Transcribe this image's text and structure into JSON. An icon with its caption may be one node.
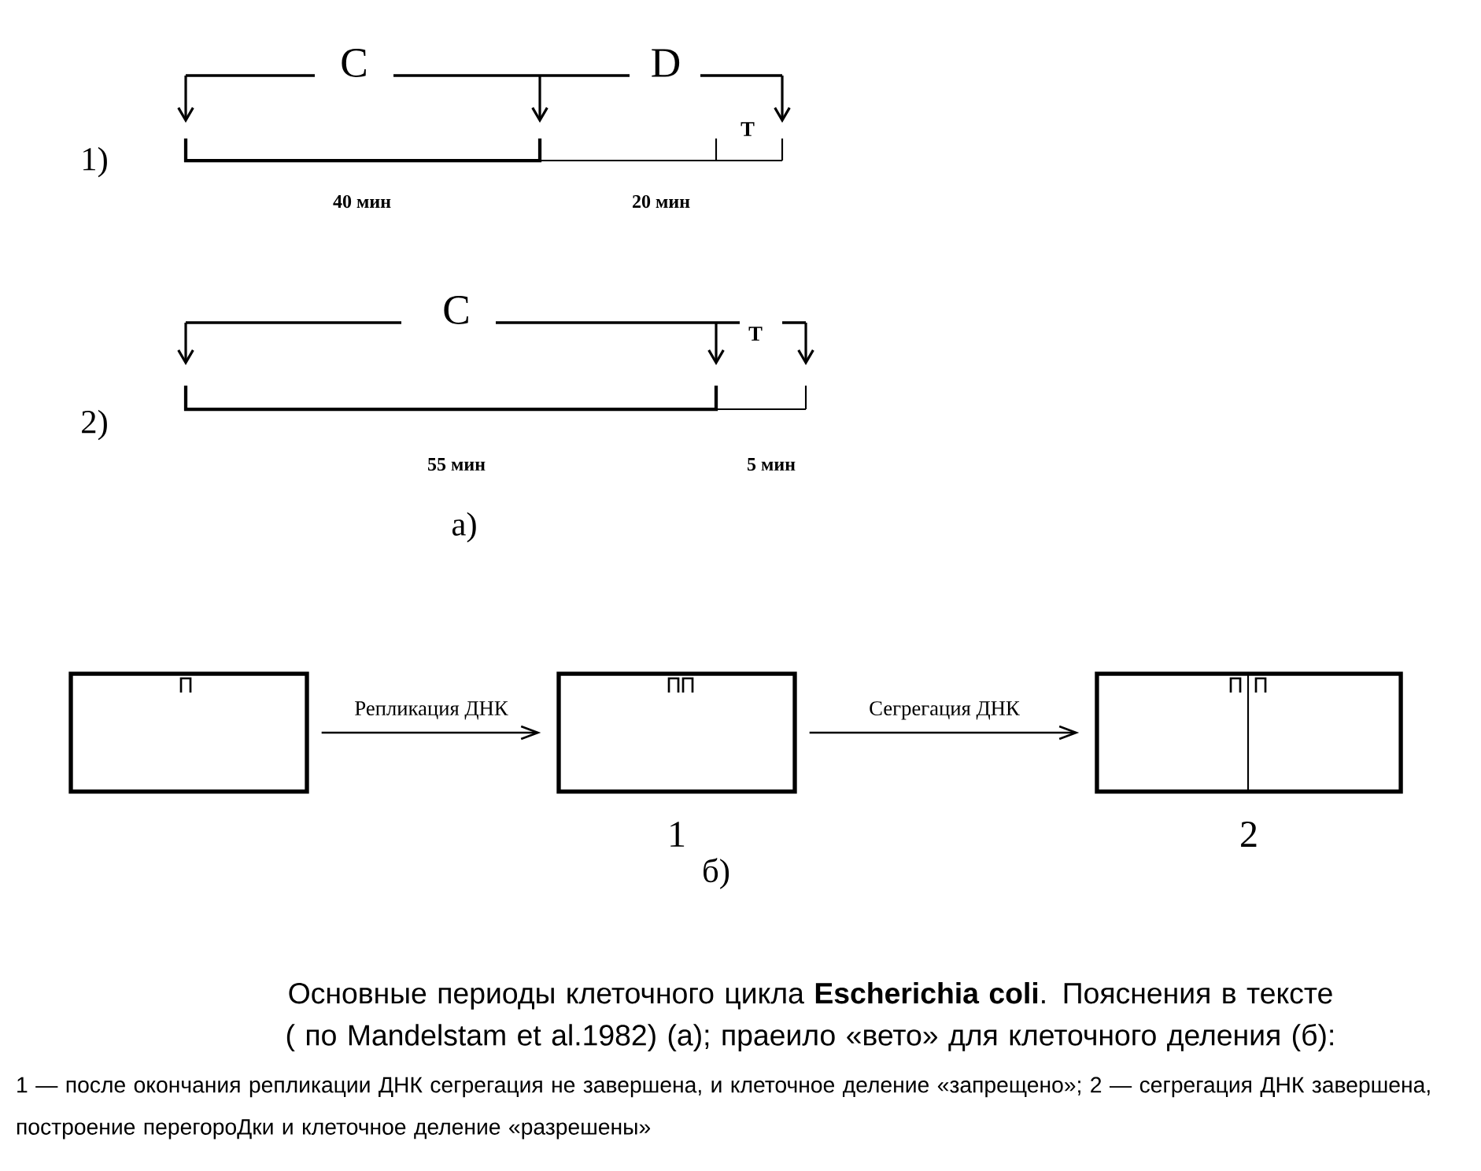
{
  "diagram": {
    "caption": "Основные периоды клеточного цикла **Escherichia coli**. Пояснения в тексте ( по Mandelstam et al.1982) (а); праеило «вето» для клеточного деления (б):",
    "nodes": [
      {
        "text": [],
        "shape": "box"
      },
      {
        "text": [],
        "shape": "box",
        "beside": [
          "1"
        ]
      },
      {
        "text": [],
        "shape": "box",
        "beside": [
          "2"
        ]
      }
    ],
    "edges": [
      {
        "from": 0,
        "to": 1,
        "arrow": "to",
        "label": "Репликация ДНК"
      },
      {
        "from": 1,
        "to": 2,
        "arrow": "to",
        "label": "Сегрегация ДНК"
      }
    ],
    "labels": [
      "C",
      "D",
      "1)",
      "T",
      "40 мин",
      "20 мин",
      "C",
      "T",
      "2)",
      "55 мин",
      "5 мин",
      "а)",
      "б)",
      "1 — после окончания репликации ДНК сегрегация не завершена, и клеточное деление «запрещено»; 2 — сегрегация ДНК завершена, построение перегороДки и клеточное деление «разрешены»"
    ]
  }
}
